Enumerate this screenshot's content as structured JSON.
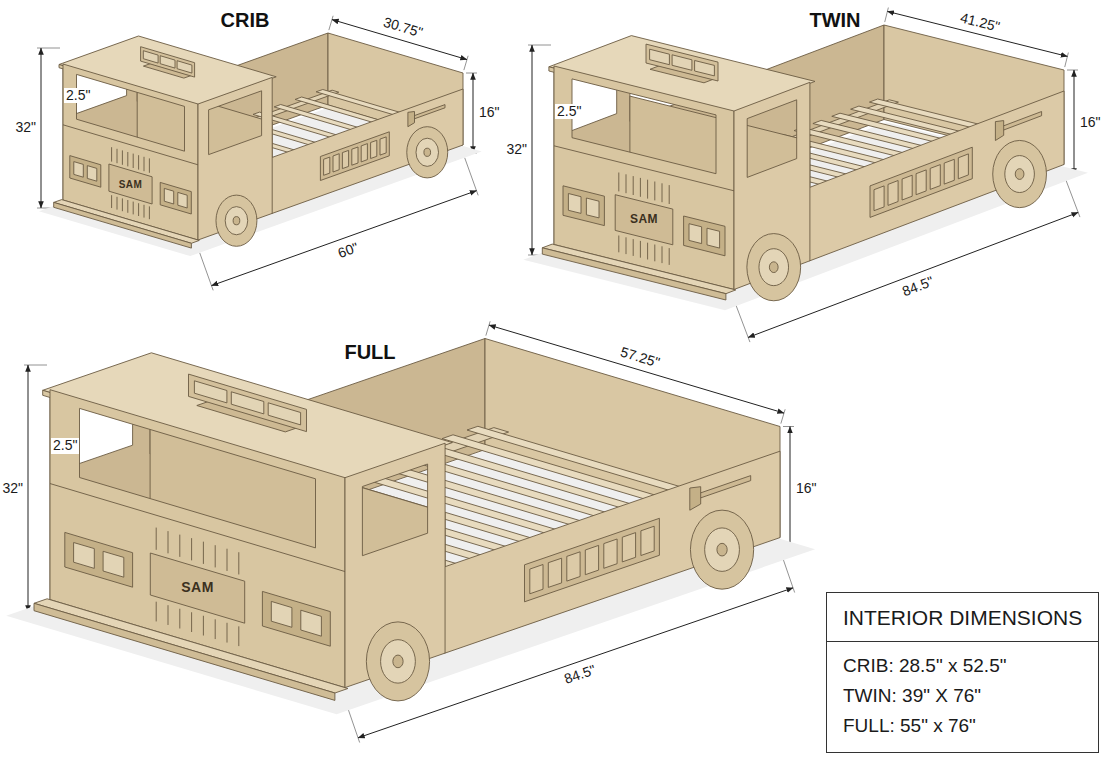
{
  "diagram": {
    "nodes": [
      {
        "text": [
          "INTERIOR DIMENSIONS",
          "CRIB: 28.5\" x 52.5\"",
          "TWIN: 39\" X 76\"",
          "FULL: 55\" x 76\""
        ]
      }
    ],
    "labels": [
      "CRIB",
      "32\"",
      "2.5\"",
      "30.75\"",
      "16\"",
      "60\"",
      "SAM",
      "TWIN",
      "32\"",
      "2.5\"",
      "41.25\"",
      "16\"",
      "84.5\"",
      "SAM",
      "FULL",
      "32\"",
      "2.5\"",
      "57.25\"",
      "16\"",
      "84.5\"",
      "SAM"
    ]
  }
}
